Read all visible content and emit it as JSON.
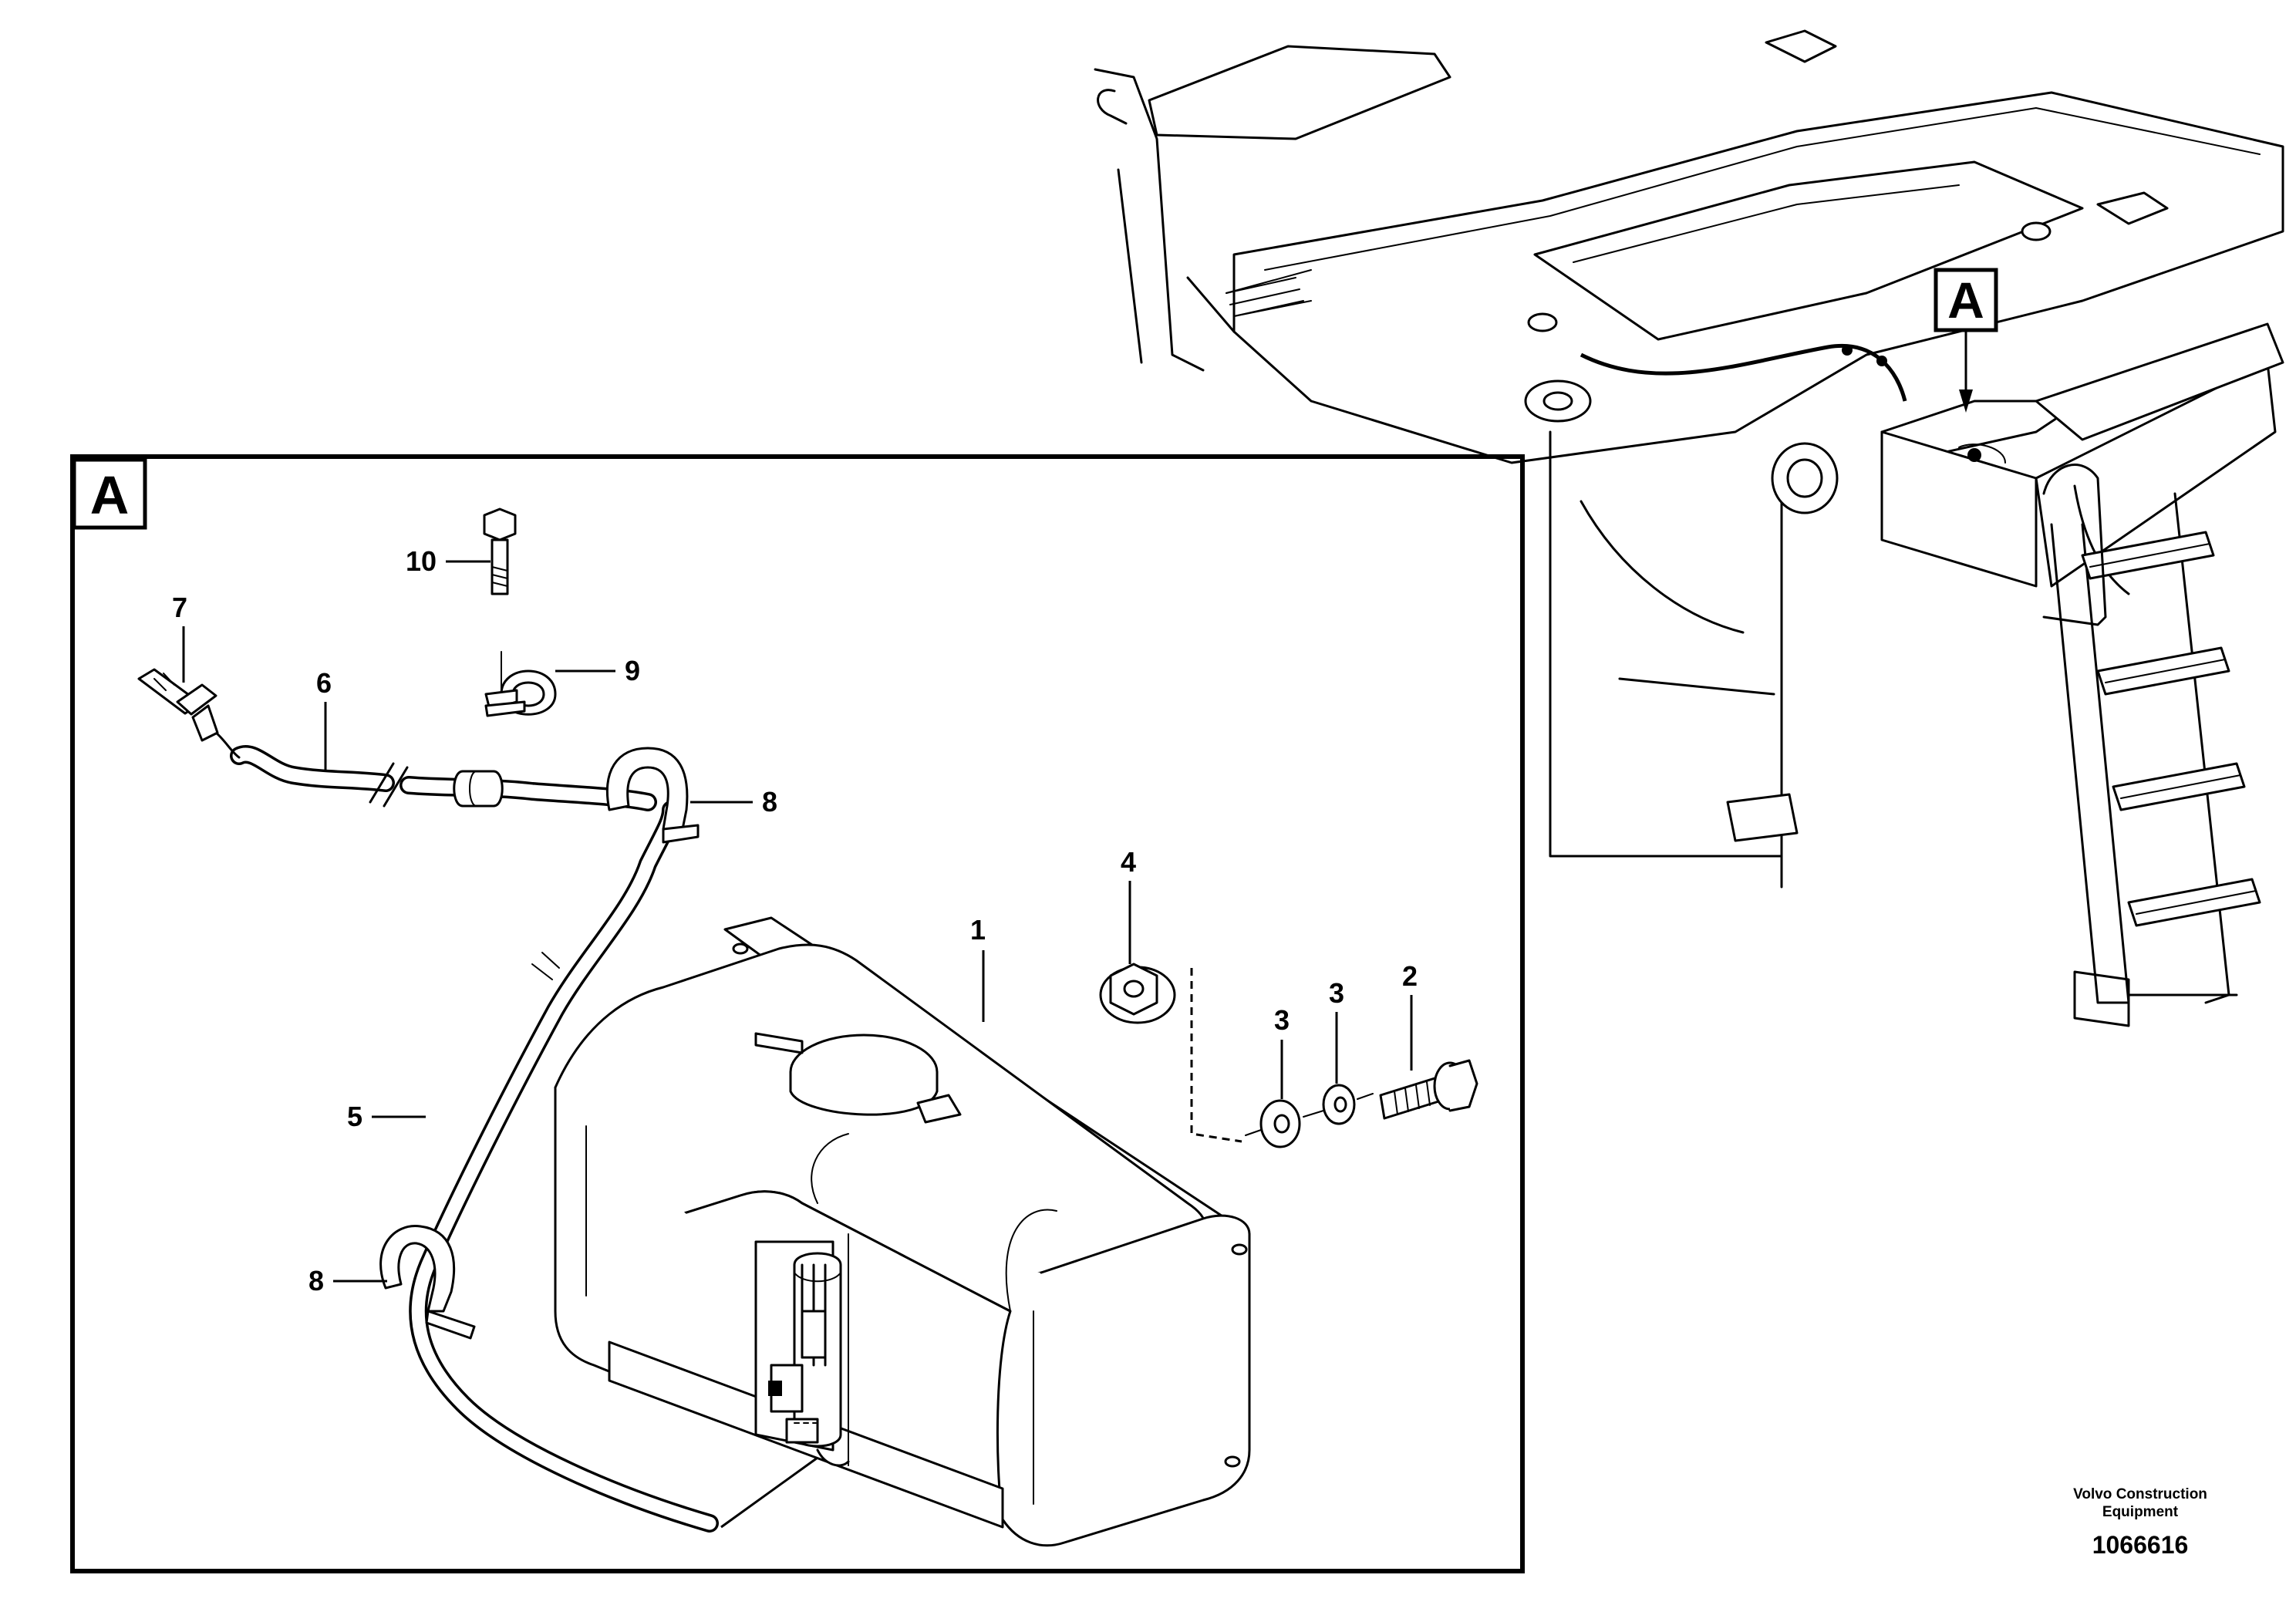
{
  "detail_ref": "A",
  "callout_labels": {
    "p1": "1",
    "p2": "2",
    "p3a": "3",
    "p3b": "3",
    "p4": "4",
    "p5": "5",
    "p6": "6",
    "p7": "7",
    "p8a": "8",
    "p8b": "8",
    "p9": "9",
    "p10": "10"
  },
  "footer": {
    "brand_line1": "Volvo Construction",
    "brand_line2": "Equipment",
    "drawing_number": "1066616"
  }
}
